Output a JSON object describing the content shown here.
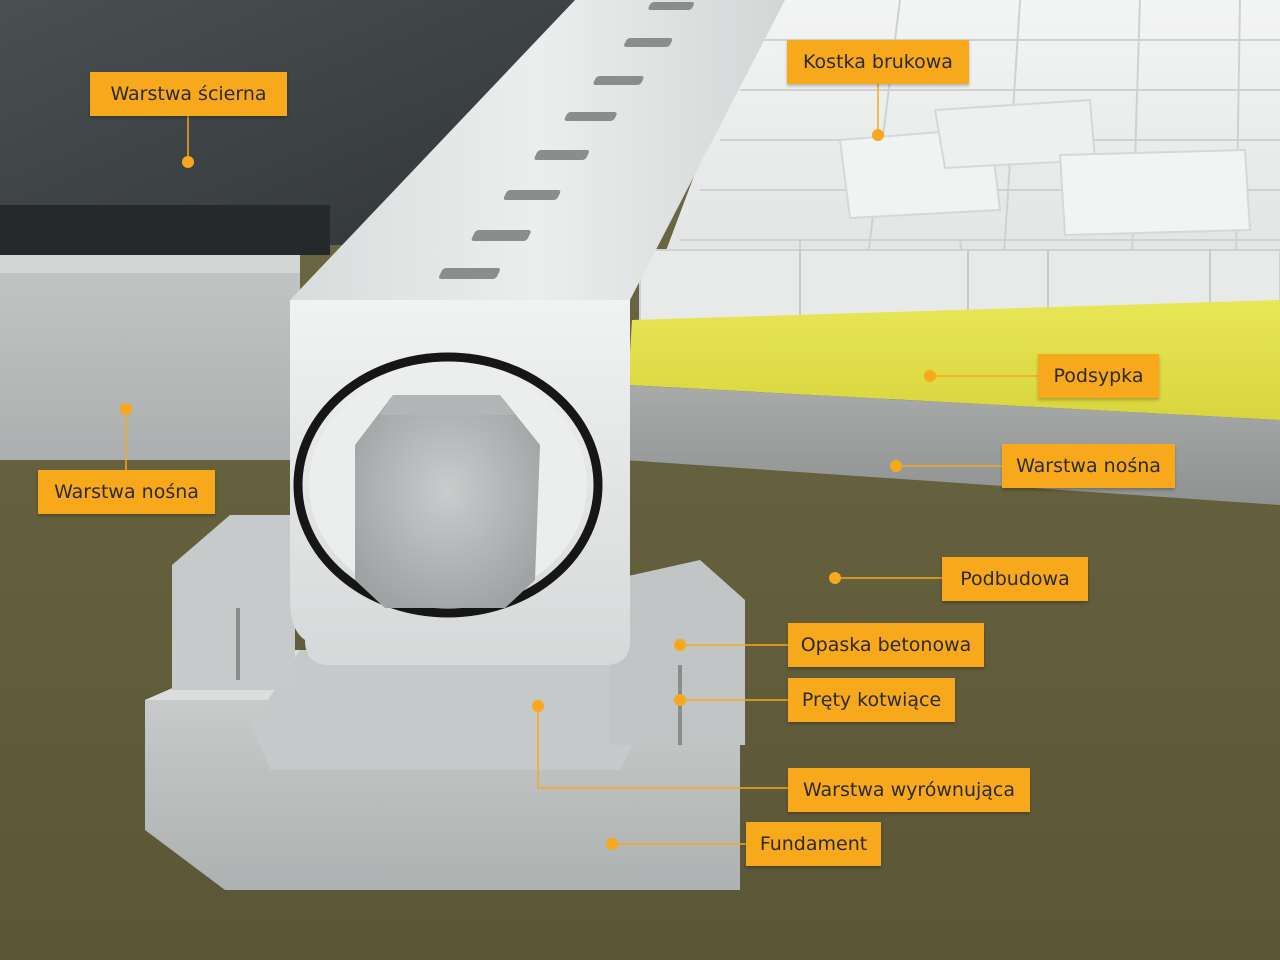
{
  "colors": {
    "label_bg": "#f7a81b",
    "label_text": "#2b2b2b",
    "leader": "#f7a81b",
    "asphalt": "#3d4244",
    "concrete": "#e4e6e6",
    "sand": "#e2e04a",
    "soil": "#6a6440",
    "base_gray": "#9ea0a0"
  },
  "labels": {
    "warstwa_scierna": "Warstwa ścierna",
    "kostka_brukowa": "Kostka brukowa",
    "podsypka": "Podsypka",
    "warstwa_nosna_left": "Warstwa nośna",
    "warstwa_nosna_right": "Warstwa nośna",
    "podbudowa": "Podbudowa",
    "opaska_betonowa": "Opaska betonowa",
    "prety_kotwiace": "Pręty kotwiące",
    "warstwa_wyrownujaca": "Warstwa wyrównująca",
    "fundament": "Fundament"
  }
}
